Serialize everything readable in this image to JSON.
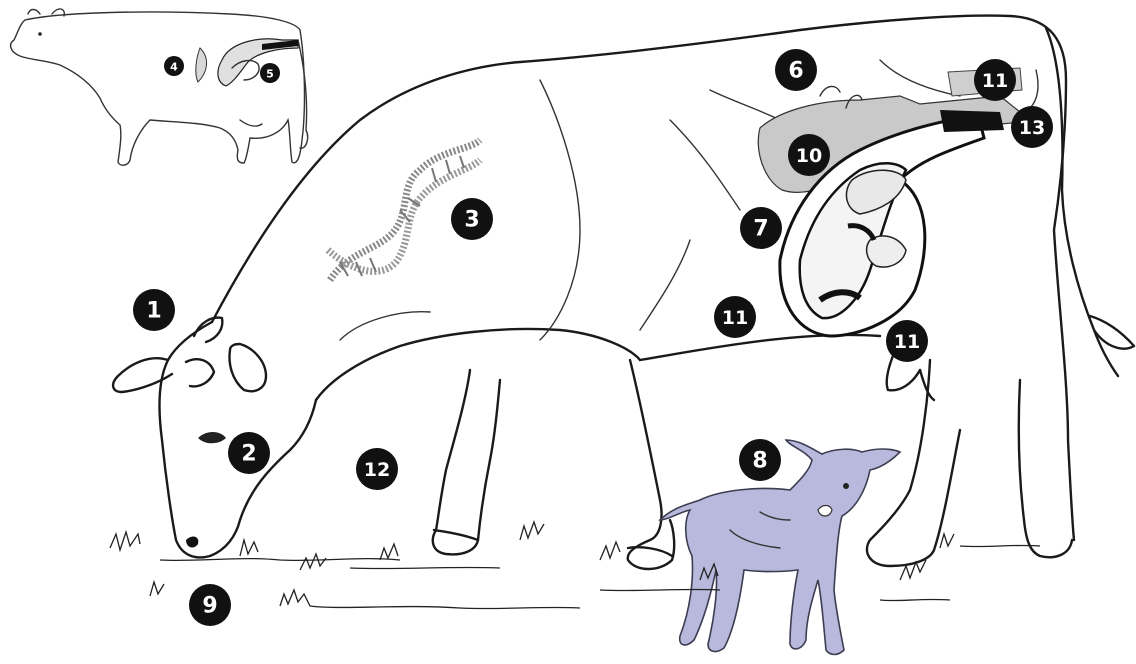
{
  "markers": {
    "m1": "1",
    "m2": "2",
    "m3": "3",
    "m4": "4",
    "m5": "5",
    "m6": "6",
    "m7": "7",
    "m8": "8",
    "m9": "9",
    "m10": "10",
    "m11a": "11",
    "m11b": "11",
    "m11c": "11",
    "m12": "12",
    "m13": "13"
  },
  "colors": {
    "marker_fill": "#111111",
    "marker_text": "#ffffff",
    "line_art": "#1a1a1a",
    "calf_fill": "#b8b9dc",
    "organ_gray": "#c9c9c9",
    "background": "#ffffff"
  }
}
